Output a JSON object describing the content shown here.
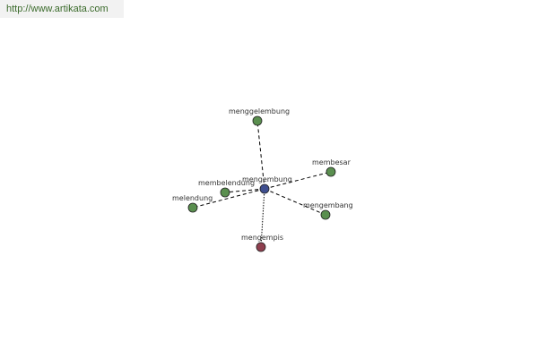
{
  "site_link": "http://www.artikata.com",
  "colors": {
    "center_node": "#3f4f8f",
    "synonym_node": "#5a8f4f",
    "antonym_node": "#8f3f4f",
    "edge": "#000000",
    "link_text": "#3a6a2a",
    "link_bg": "#f2f2f2"
  },
  "graph": {
    "center": "mengembung",
    "synonyms": [
      "menggelembung",
      "membesar",
      "membelendung",
      "melendung",
      "mengembang"
    ],
    "antonyms": [
      "mengempis"
    ]
  }
}
